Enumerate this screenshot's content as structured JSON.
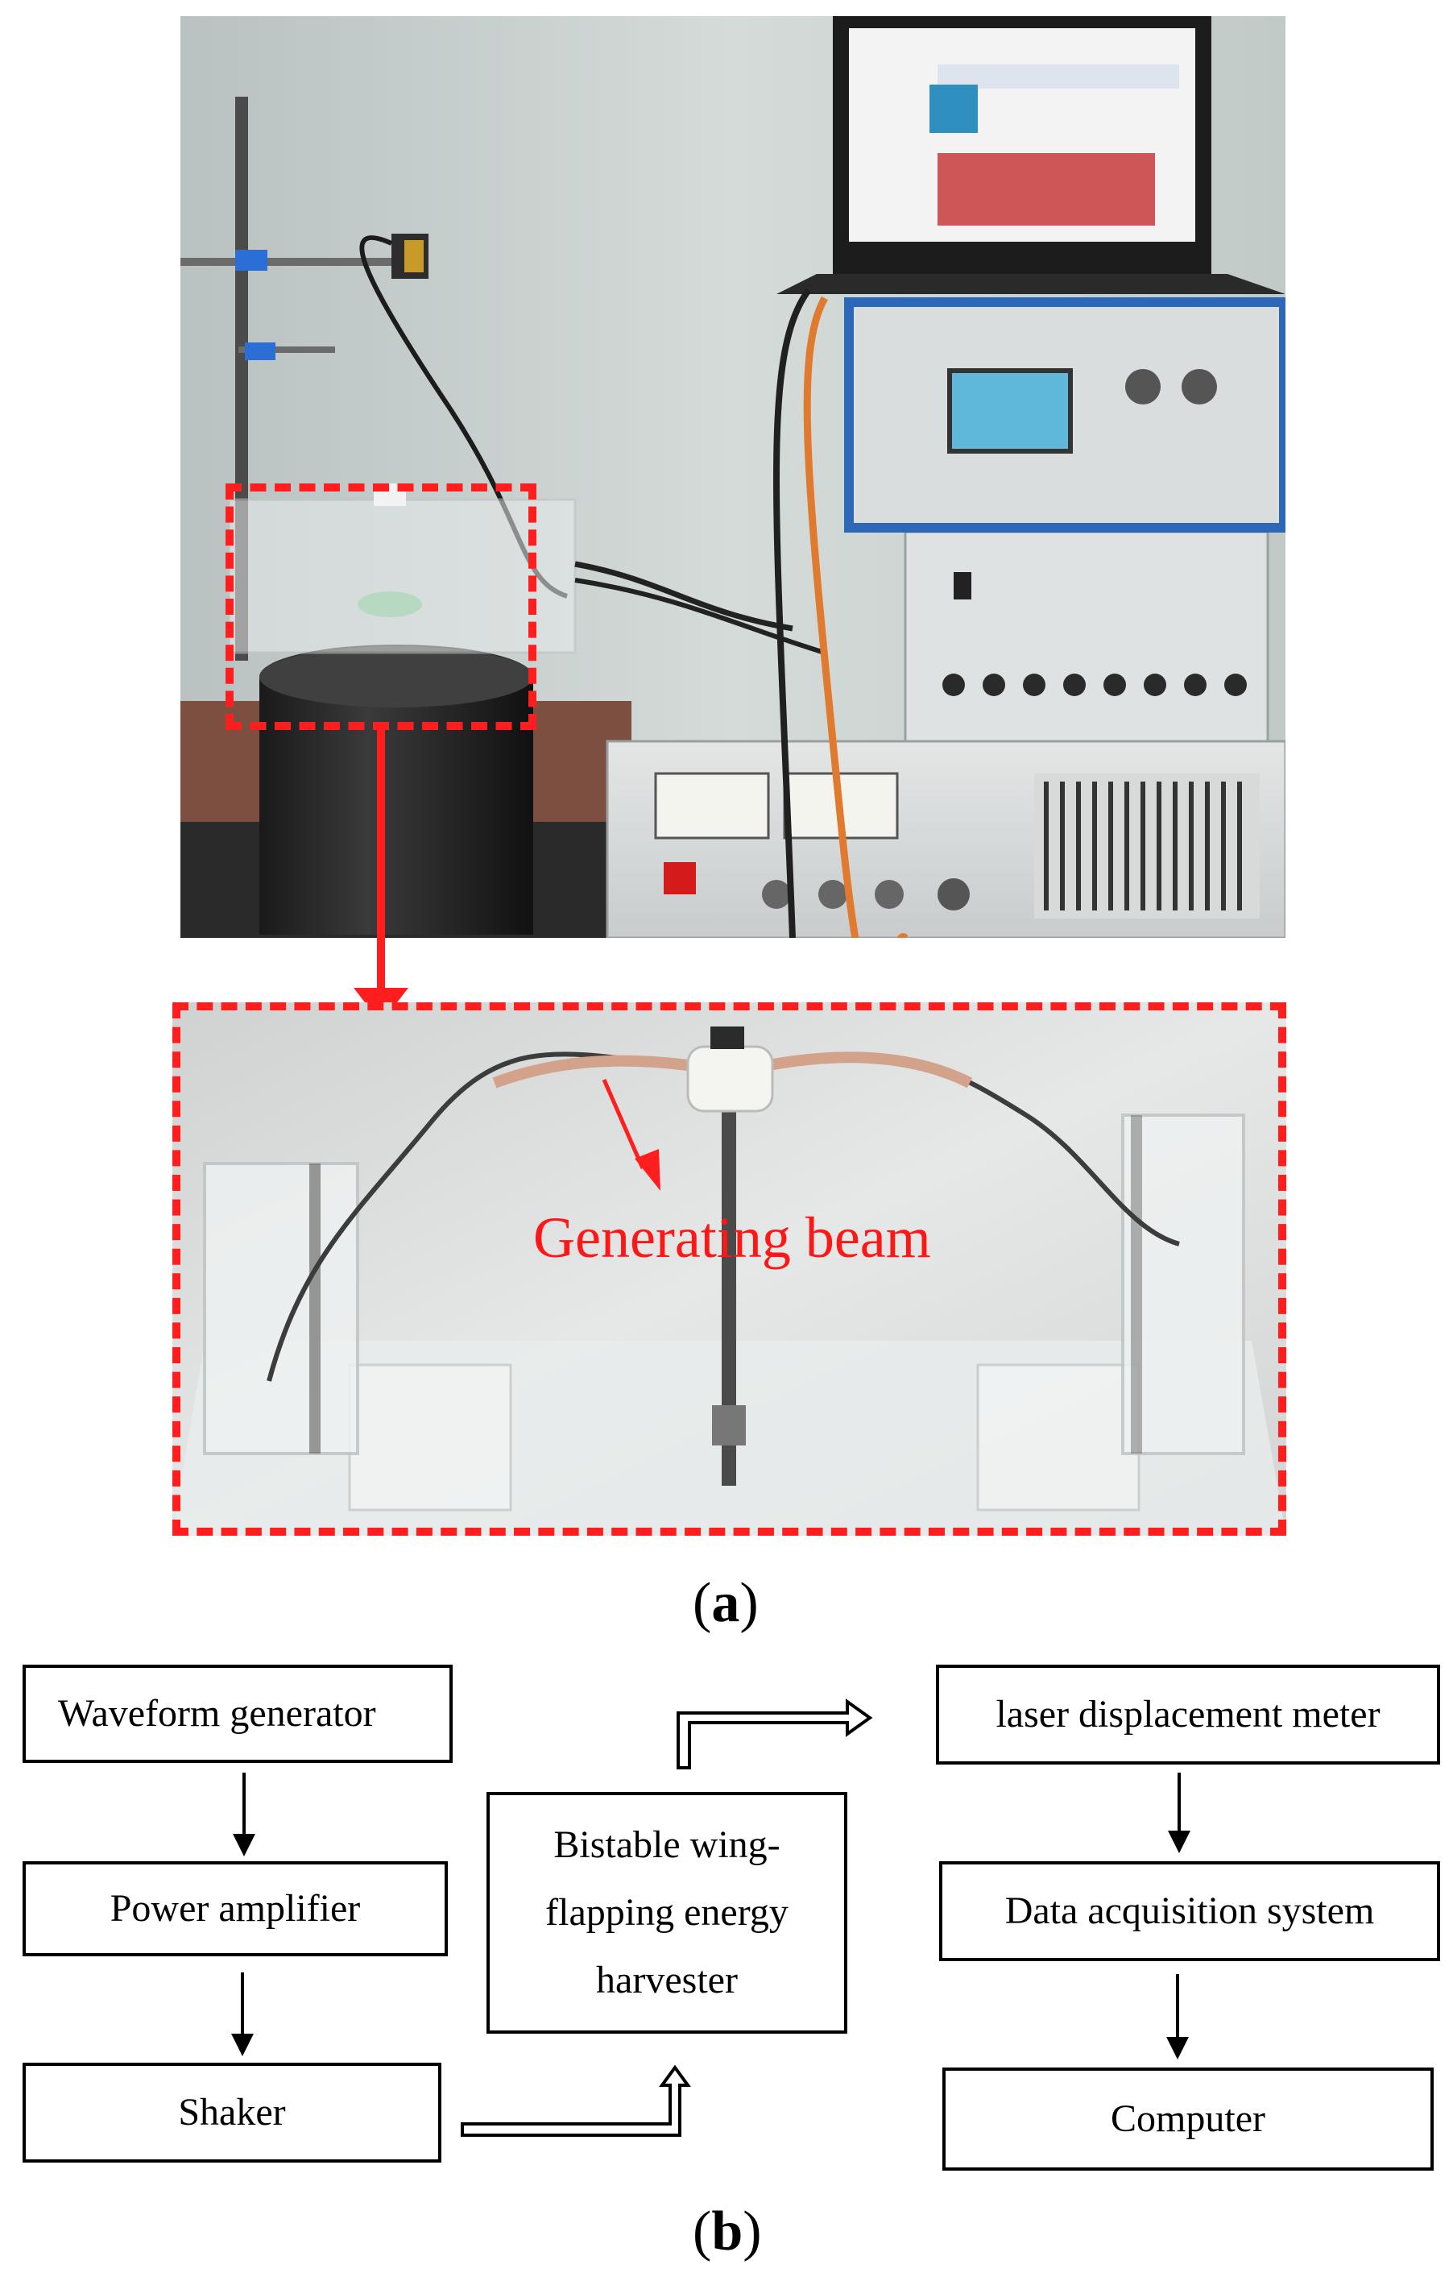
{
  "figure": {
    "panel_a_label": "a",
    "panel_b_label": "b",
    "callout_text": "Generating beam"
  },
  "flowchart": {
    "left_column": [
      "Waveform generator",
      "Power amplifier",
      "Shaker"
    ],
    "center": "Bistable wing-flapping energy harvester",
    "center_lines": [
      "Bistable wing-",
      "flapping energy",
      "harvester"
    ],
    "right_column": [
      "laser displacement meter",
      "Data acquisition system",
      "Computer"
    ]
  },
  "colors": {
    "callout": "#ff1e1e",
    "wall": "#c9d0ce",
    "floor": "#7a4a3a"
  }
}
